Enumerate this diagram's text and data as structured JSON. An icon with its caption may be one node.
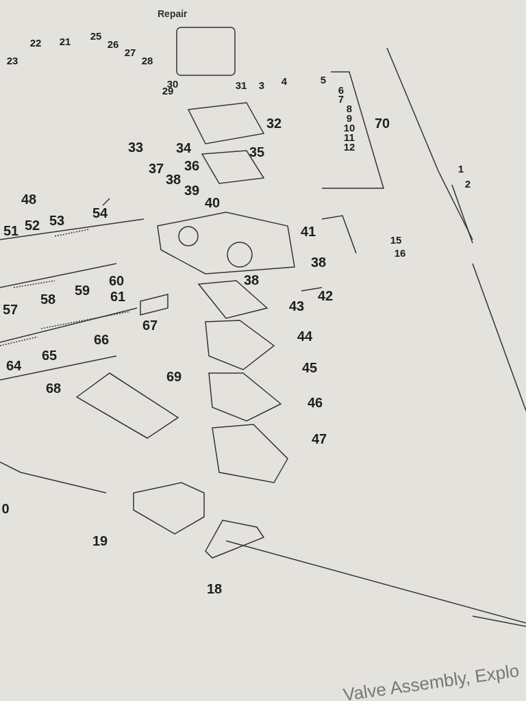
{
  "diagram": {
    "title": "Repair",
    "caption": "Valve Assembly, Explo",
    "labels": [
      "23",
      "22",
      "21",
      "25",
      "26",
      "27",
      "28",
      "29",
      "30",
      "31",
      "3",
      "4",
      "5",
      "6",
      "7",
      "8",
      "9",
      "10",
      "11",
      "12",
      "32",
      "70",
      "33",
      "34",
      "35",
      "37",
      "36",
      "38",
      "1",
      "39",
      "2",
      "48",
      "40",
      "51",
      "52",
      "53",
      "54",
      "41",
      "15",
      "16",
      "38",
      "58",
      "59",
      "60",
      "61",
      "38",
      "42",
      "57",
      "43",
      "66",
      "67",
      "44",
      "64",
      "65",
      "45",
      "68",
      "69",
      "46",
      "47",
      "0",
      "19",
      "18"
    ]
  }
}
